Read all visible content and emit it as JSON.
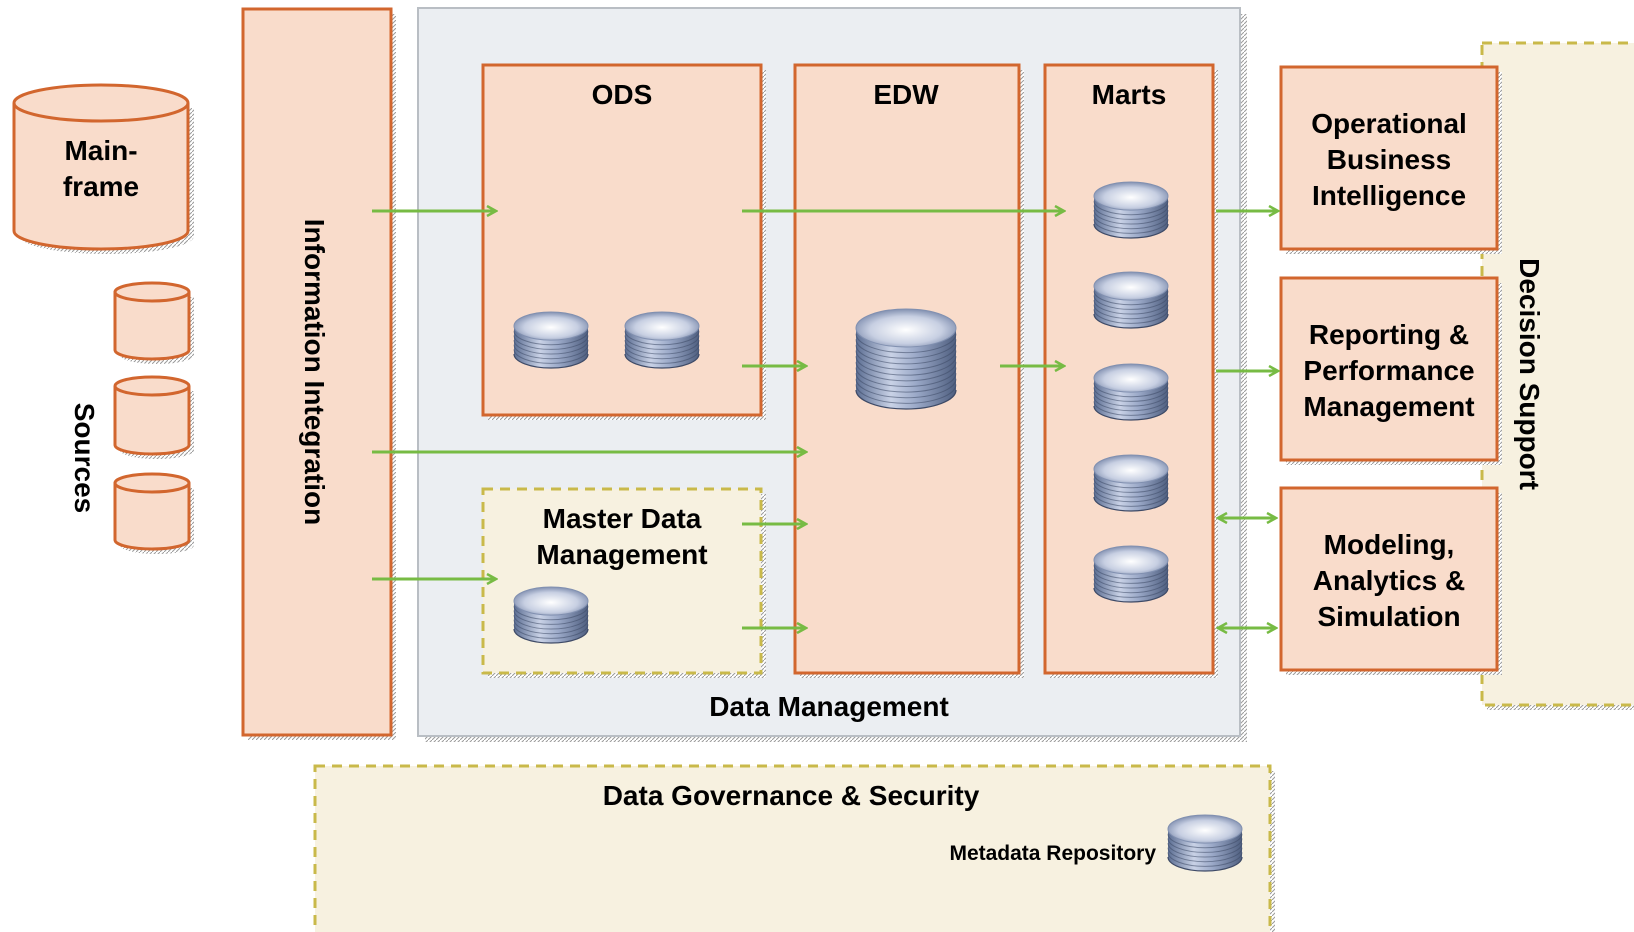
{
  "diagram": {
    "sources": {
      "mainframe_label_line1": "Main-",
      "mainframe_label_line2": "frame",
      "label": "Sources"
    },
    "information_integration": {
      "label": "Information Integration"
    },
    "data_management": {
      "label": "Data Management",
      "ods": {
        "label": "ODS"
      },
      "edw": {
        "label": "EDW"
      },
      "marts": {
        "label": "Marts"
      },
      "mdm": {
        "label_line1": "Master Data",
        "label_line2": "Management"
      }
    },
    "decision_support": {
      "label": "Decision Support",
      "operational_bi": {
        "line1": "Operational",
        "line2": "Business",
        "line3": "Intelligence"
      },
      "reporting": {
        "line1": "Reporting &",
        "line2": "Performance",
        "line3": "Management"
      },
      "modeling": {
        "line1": "Modeling,",
        "line2": "Analytics &",
        "line3": "Simulation"
      }
    },
    "governance": {
      "label": "Data Governance & Security",
      "metadata_label": "Metadata Repository"
    },
    "colors": {
      "box_fill": "#f9dccb",
      "box_stroke": "#d2662e",
      "dashed_fill": "#f7f1e0",
      "dashed_stroke": "#c9b94a",
      "panel_fill": "#ebeef2",
      "panel_stroke": "#b9bec4",
      "arrow": "#77bb44"
    }
  }
}
